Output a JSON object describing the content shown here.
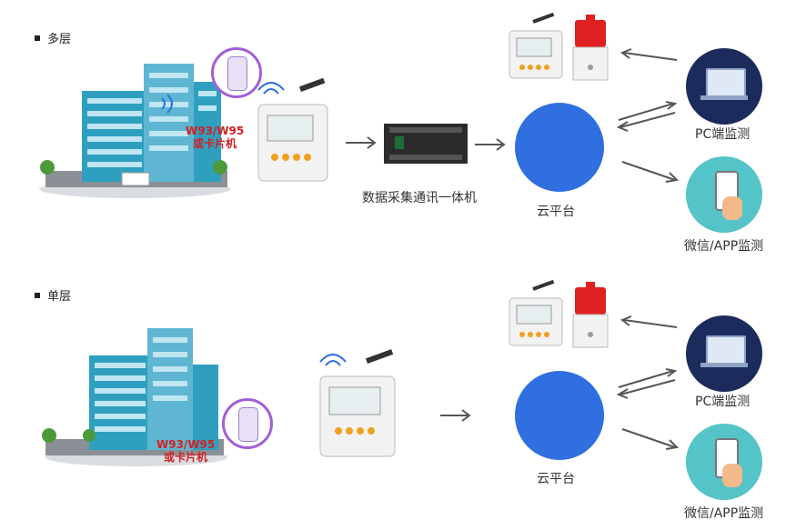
{
  "sections": [
    {
      "label": "多层",
      "sensor_text_line1": "W93/W95",
      "sensor_text_line2": "或卡片机",
      "middle_device_label": "数据采集通讯一体机",
      "cloud_label": "云平台",
      "pc_label": "PC端监测",
      "mobile_label": "微信/APP监测"
    },
    {
      "label": "单层",
      "sensor_text_line1": "W93/W95",
      "sensor_text_line2": "或卡片机",
      "cloud_label": "云平台",
      "pc_label": "PC端监测",
      "mobile_label": "微信/APP监测"
    }
  ],
  "colors": {
    "cloud": "#2f6fe0",
    "building": "#2f9fc0",
    "pc_circle": "#1b2b5c",
    "mobile_circle": "#54c4c8",
    "alarm_red": "#e02020",
    "label_red": "#d61e1e"
  }
}
